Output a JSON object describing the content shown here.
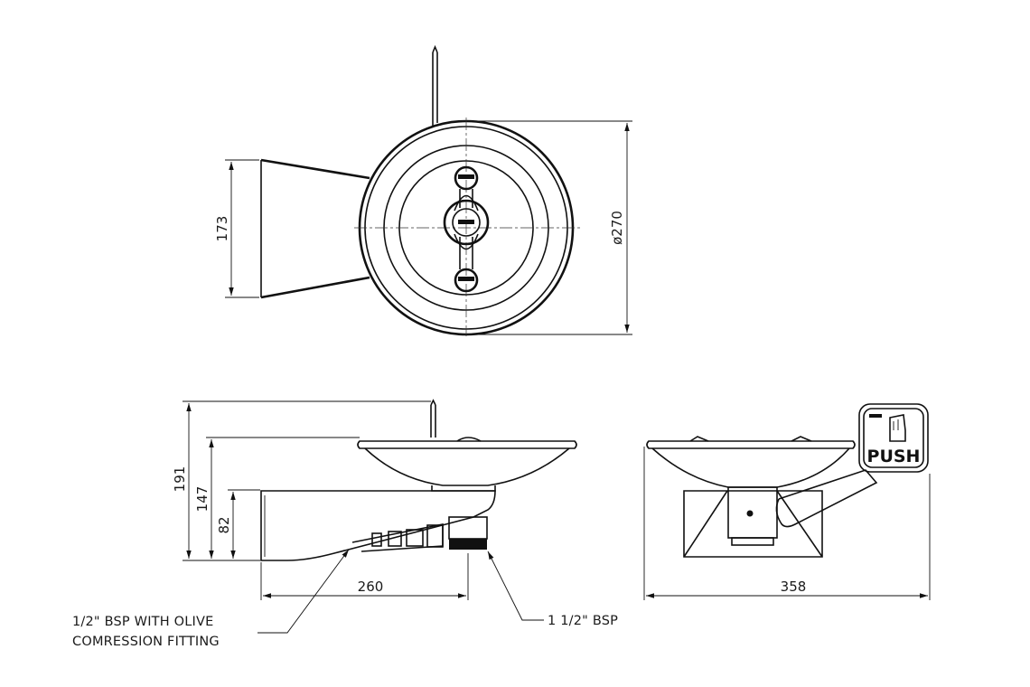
{
  "dimensions": {
    "top_width": "173",
    "top_diameter": "ø270",
    "side_height_total": "191",
    "side_height_bowl": "147",
    "side_height_bracket": "82",
    "side_length": "260",
    "end_width": "358"
  },
  "labels": {
    "push_label": "PUSH",
    "callout_bsp_line1": "1/2\" BSP WITH OLIVE",
    "callout_bsp_line2": "COMRESSION FITTING",
    "callout_outlet": "1 1/2\" BSP"
  }
}
